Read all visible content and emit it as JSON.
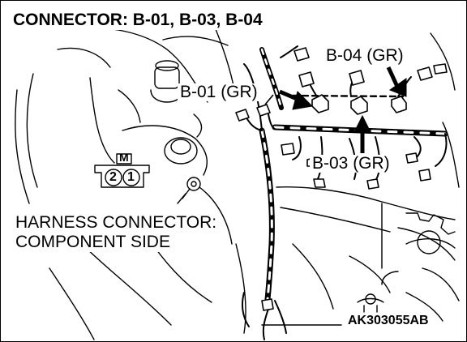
{
  "title": "CONNECTOR: B-01, B-03, B-04",
  "callouts": {
    "b04": "B-04 (GR)",
    "b01": "B-01 (GR)",
    "b03": "B-03 (GR)"
  },
  "connector_symbol": {
    "header": "M",
    "pins": [
      "2",
      "1"
    ]
  },
  "note": {
    "line1": "HARNESS CONNECTOR:",
    "line2": "COMPONENT SIDE"
  },
  "reference_code": "AK303055AB"
}
